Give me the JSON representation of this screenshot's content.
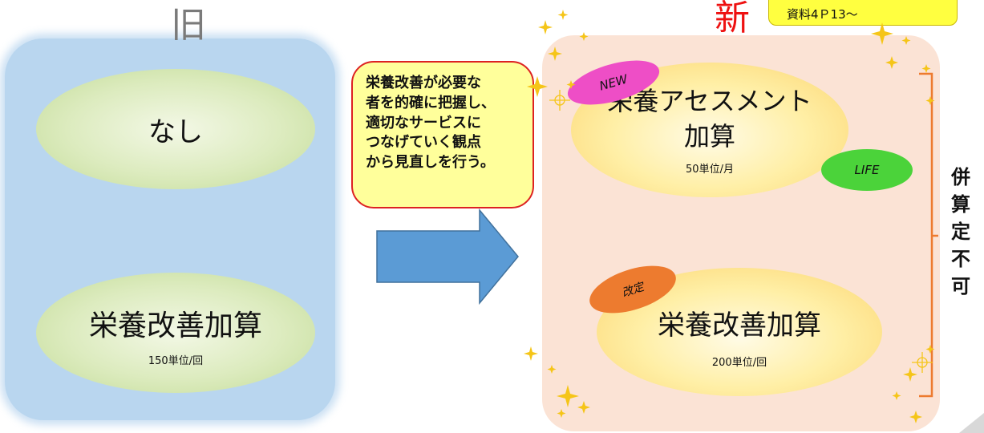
{
  "old": {
    "title": "旧",
    "item1": {
      "name": "なし"
    },
    "item2": {
      "name": "栄養改善加算",
      "unit": "150単位/回"
    }
  },
  "callout": {
    "text": "栄養改善が必要な\n者を的確に把握し、\n適切なサービスに\nつなげていく観点\nから見直しを行う。"
  },
  "reference": {
    "text": "資料4Ｐ13～"
  },
  "new": {
    "title": "新",
    "item1": {
      "name_line1": "栄養アセスメント",
      "name_line2": "加算",
      "unit": "50単位/月"
    },
    "item2": {
      "name": "栄養改善加算",
      "unit": "200単位/回"
    },
    "badges": {
      "new": "NEW",
      "life": "LIFE",
      "revised": "改定"
    }
  },
  "concurrent_note": "併算定不可",
  "colors": {
    "old_panel": "#b9d6ef",
    "new_panel": "#fbe3d5",
    "new_title": "#ee1111",
    "arrow": "#5b9bd5",
    "badge_new": "#ee4ec6",
    "badge_life": "#4bd33a",
    "badge_revised": "#ed7b2f",
    "bracket": "#ed7b2f"
  }
}
